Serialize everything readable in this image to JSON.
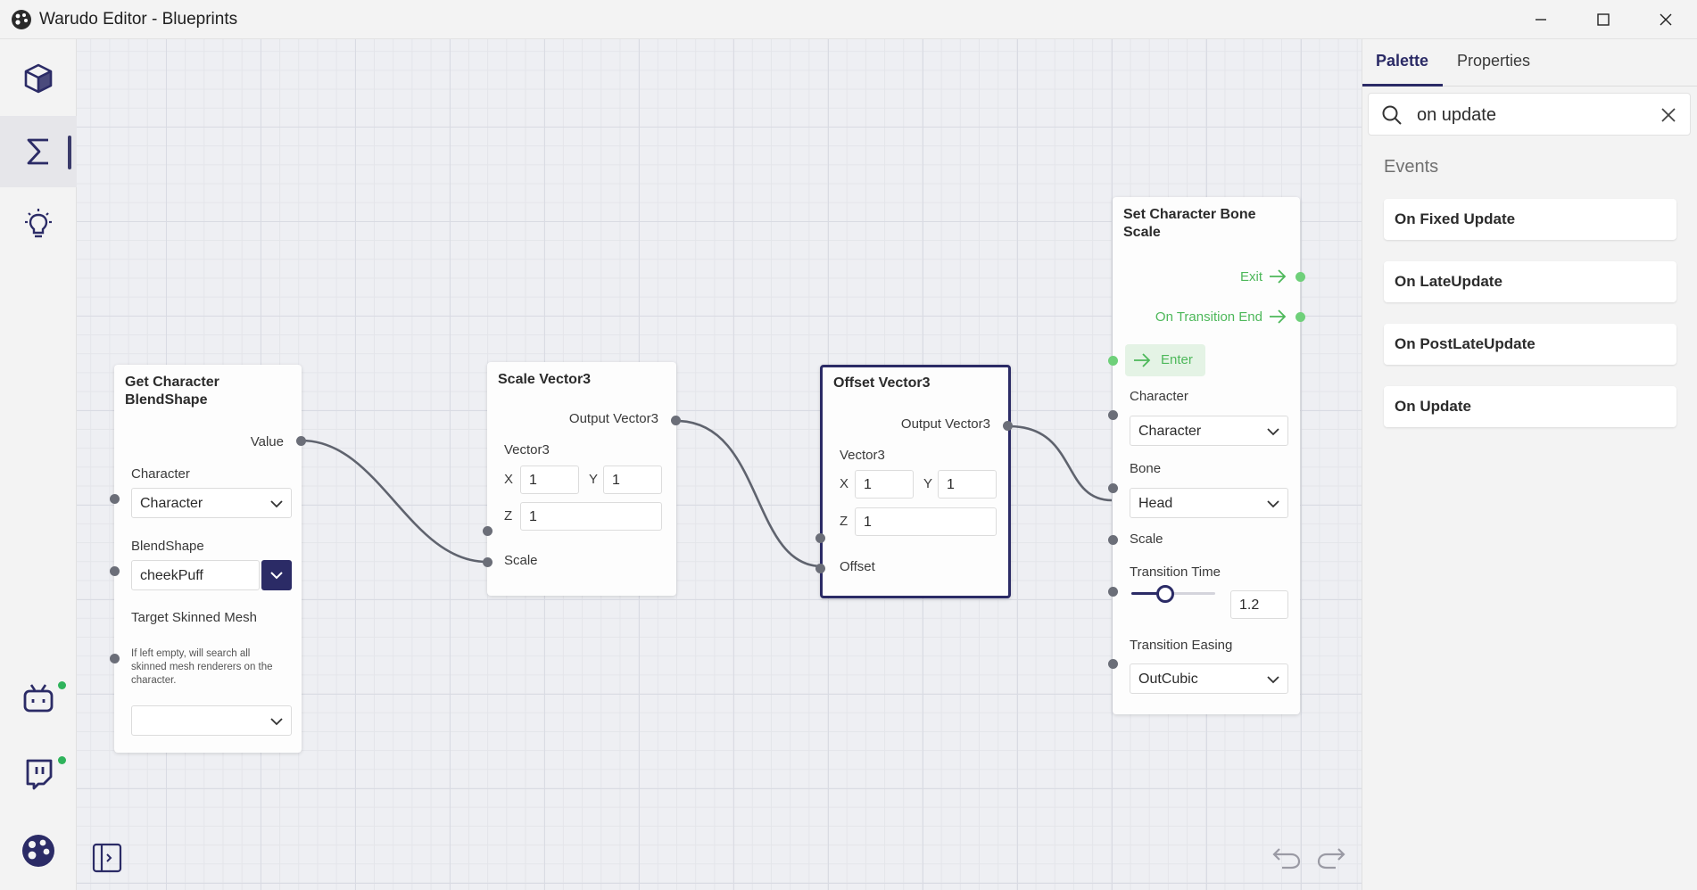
{
  "window": {
    "title": "Warudo Editor - Blueprints"
  },
  "panel": {
    "tabs": [
      {
        "label": "Palette"
      },
      {
        "label": "Properties"
      }
    ],
    "search": {
      "value": "on update"
    },
    "section": "Events",
    "events": [
      {
        "label": "On Fixed Update"
      },
      {
        "label": "On LateUpdate"
      },
      {
        "label": "On PostLateUpdate"
      },
      {
        "label": "On Update"
      }
    ]
  },
  "nodes": {
    "get_blendshape": {
      "title": "Get Character BlendShape",
      "output_value": "Value",
      "character_label": "Character",
      "character_value": "Character",
      "blendshape_label": "BlendShape",
      "blendshape_value": "cheekPuff",
      "mesh_label": "Target Skinned Mesh",
      "mesh_hint": "If left empty, will search all skinned mesh renderers on the character.",
      "mesh_value": ""
    },
    "scale_vector3": {
      "title": "Scale Vector3",
      "output": "Output Vector3",
      "vector_label": "Vector3",
      "x_label": "X",
      "x": "1",
      "y_label": "Y",
      "y": "1",
      "z_label": "Z",
      "z": "1",
      "scale_label": "Scale"
    },
    "offset_vector3": {
      "title": "Offset Vector3",
      "output": "Output Vector3",
      "vector_label": "Vector3",
      "x_label": "X",
      "x": "1",
      "y_label": "Y",
      "y": "1",
      "z_label": "Z",
      "z": "1",
      "offset_label": "Offset"
    },
    "set_bone_scale": {
      "title": "Set Character Bone Scale",
      "exit": "Exit",
      "on_transition_end": "On Transition End",
      "enter": "Enter",
      "character_label": "Character",
      "character_value": "Character",
      "bone_label": "Bone",
      "bone_value": "Head",
      "scale_label": "Scale",
      "transition_time_label": "Transition Time",
      "transition_time_value": "1.2",
      "transition_time_fraction": 0.4,
      "transition_easing_label": "Transition Easing",
      "transition_easing_value": "OutCubic"
    }
  },
  "colors": {
    "accent": "#2b2b66",
    "flow": "#4db85a",
    "online": "#2fb35b"
  }
}
